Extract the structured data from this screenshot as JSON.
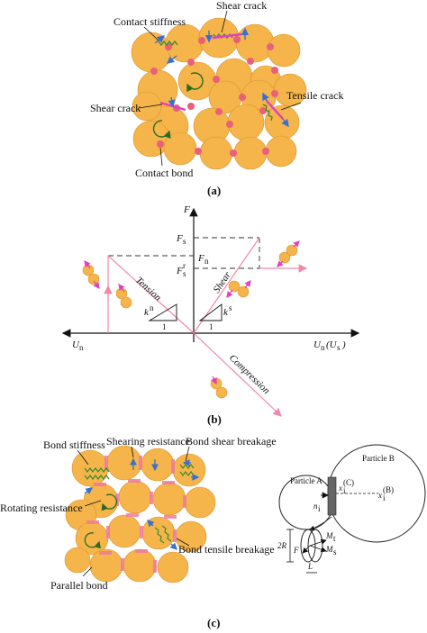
{
  "panel_a": {
    "caption": "(a)",
    "labels": {
      "contact_stiffness": "Contact stiffness",
      "shear_crack_top": "Shear crack",
      "shear_crack_left": "Shear crack",
      "tensile_crack": "Tensile crack",
      "contact_bond": "Contact bond"
    }
  },
  "panel_b": {
    "caption": "(b)",
    "labels": {
      "f_axis": "F",
      "fs": "F",
      "fs_sub": "s",
      "fn": "F",
      "fn_sub": "n",
      "fs_prime": "F",
      "fs_prime_sub": "s",
      "fs_prime_sup": "r",
      "un_left": "U",
      "un_left_sub": "n",
      "un_right": "U",
      "un_right_sub": "n",
      "us_right": "(U",
      "us_right_sub": "s",
      "us_right_close": ")",
      "tension": "Tension",
      "shear": "Shear",
      "compression": "Compression",
      "kn": "k",
      "kn_sup": "n",
      "ks": "k",
      "ks_sup": "s",
      "one_left": "1",
      "one_right": "1"
    }
  },
  "panel_c": {
    "caption": "(c)",
    "labels": {
      "bond_stiffness": "Bond stiffness",
      "shearing_resistance": "Shearing resistance",
      "bond_shear_breakage": "Bond shear breakage",
      "rotating_resistance": "Rotating resistance",
      "bond_tensile_breakage": "Bond tensile breakage",
      "parallel_bond": "Parallel bond",
      "particle_a": "Particle A",
      "particle_b": "Particle B",
      "n_i": "n",
      "n_i_sub": "i",
      "x_c": "x",
      "x_c_sub": "i",
      "x_c_sup": "(C)",
      "x_b": "x",
      "x_b_sub": "i",
      "x_b_sup": "(B)",
      "two_r": "2R",
      "m_t": "M",
      "m_t_sub": "t",
      "m_s": "M",
      "m_s_sub": "s",
      "f_bar": "F",
      "l_bar": "L"
    }
  },
  "colors": {
    "particle": "#f5b54a",
    "particle_stroke": "#d89530",
    "contact": "#e8607a",
    "bond_pink": "#f07aa0",
    "arrow_blue": "#3a6fd0",
    "spring_green": "#3c8a2e",
    "magenta": "#e040c0",
    "line_pink": "#f08aa8"
  }
}
